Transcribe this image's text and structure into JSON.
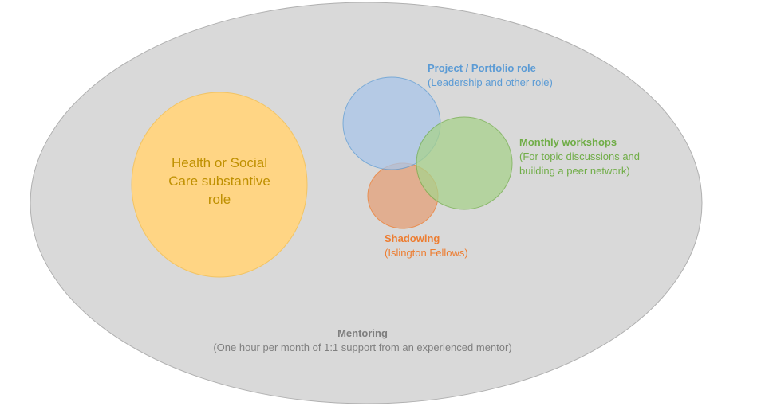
{
  "colors": {
    "mentoring_fill": "#d9d9d9",
    "mentoring_stroke": "#b0b0b0",
    "mentoring_text": "#7f7f7f",
    "health_fill": "#ffd584",
    "health_stroke": "#f2c464",
    "health_text": "#bf9000",
    "project_fill": "#a9c6ea",
    "project_stroke": "#5b9bd5",
    "project_text": "#5b9bd5",
    "workshops_fill": "#a8d28c",
    "workshops_stroke": "#70ad47",
    "workshops_text": "#70ad47",
    "shadowing_fill": "#e4a47e",
    "shadowing_stroke": "#ed7d31",
    "shadowing_text": "#ed7d31"
  },
  "mentoring": {
    "title": "Mentoring",
    "subtitle": "(One hour per month of 1:1 support from an experienced mentor)"
  },
  "health": {
    "line1": "Health or Social",
    "line2": "Care substantive",
    "line3": "role"
  },
  "project": {
    "title": "Project / Portfolio role",
    "subtitle": "(Leadership and other role)"
  },
  "workshops": {
    "title": "Monthly workshops",
    "subtitle_line1": "(For topic discussions and",
    "subtitle_line2": "building a peer network)"
  },
  "shadowing": {
    "title": "Shadowing",
    "subtitle": "(Islington Fellows)"
  }
}
